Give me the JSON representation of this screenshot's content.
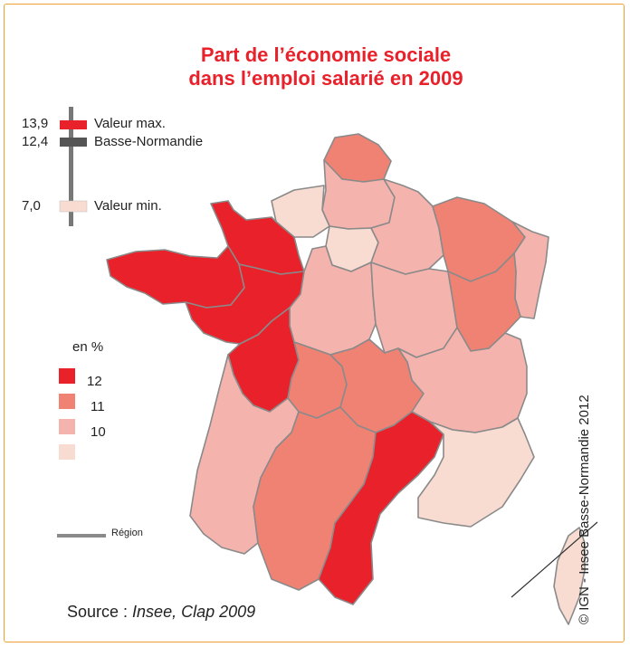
{
  "title_line1": "Part de l’économie sociale",
  "title_line2": "dans l’emploi salarié en 2009",
  "scale": {
    "max_value": "13,9",
    "max_label": "Valeur max.",
    "region_value": "12,4",
    "region_label": "Basse-Normandie",
    "min_value": "7,0",
    "min_label": "Valeur min."
  },
  "legend": {
    "title": "en %",
    "classes": [
      {
        "label": "12",
        "color": "#e8212a"
      },
      {
        "label": "11",
        "color": "#f08274"
      },
      {
        "label": "10",
        "color": "#f4b4ad"
      },
      {
        "label": "",
        "color": "#f8dcd2"
      }
    ],
    "region_line_label": "Région"
  },
  "source_prefix": "Source : ",
  "source_italic": "Insee, Clap 2009",
  "copyright": "© IGN - Insee Basse-Normandie 2012",
  "colors": {
    "c12": "#e8212a",
    "c11": "#f08274",
    "c10": "#f4b4ad",
    "c9": "#f8dcd2",
    "border": "#8a8a8a",
    "frame": "#f0a030"
  }
}
